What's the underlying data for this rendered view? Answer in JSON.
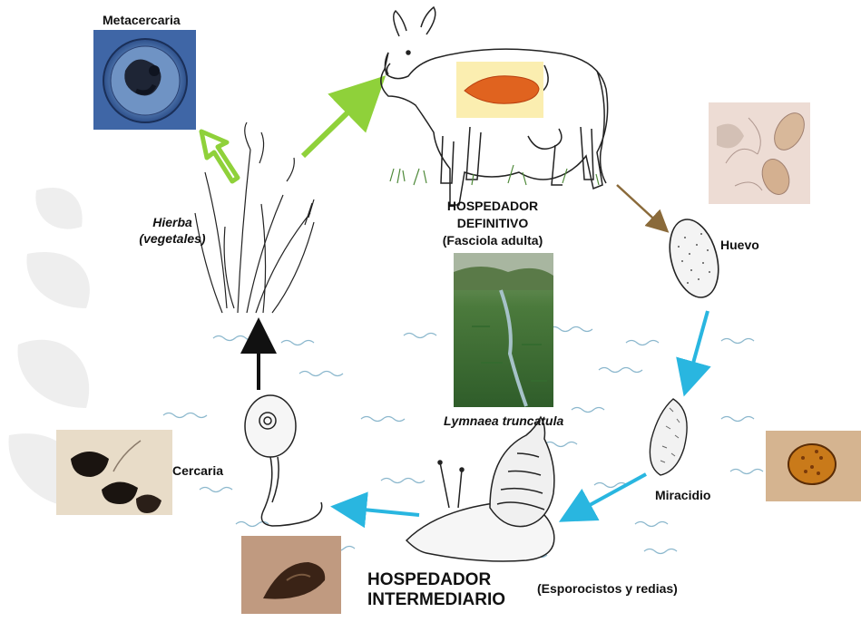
{
  "labels": {
    "metacercaria": "Metacercaria",
    "hierba_line1": "Hierba",
    "hierba_line2": "(vegetales)",
    "host_def_line1": "HOSPEDADOR",
    "host_def_line2": "DEFINITIVO",
    "host_def_line3": "(Fasciola adulta)",
    "huevo": "Huevo",
    "lymnaea": "Lymnaea truncatula",
    "cercaria": "Cercaria",
    "miracidio": "Miracidio",
    "host_int_line1": "HOSPEDADOR",
    "host_int_line2": "INTERMEDIARIO",
    "esporocistos": "(Esporocistos y  redias)"
  },
  "icons": {
    "cow": "cow-drawing-icon",
    "grass": "grass-drawing-icon",
    "egg": "egg-drawing-icon",
    "miracidium": "miracidium-drawing-icon",
    "snail": "snail-drawing-icon",
    "cercaria": "cercaria-drawing-icon"
  },
  "colors": {
    "arrow_green": "#8fd13a",
    "arrow_blue": "#29b6e0",
    "arrow_brown": "#8a6a3a",
    "arrow_black": "#111111",
    "water_wave": "#7fb0c8"
  }
}
